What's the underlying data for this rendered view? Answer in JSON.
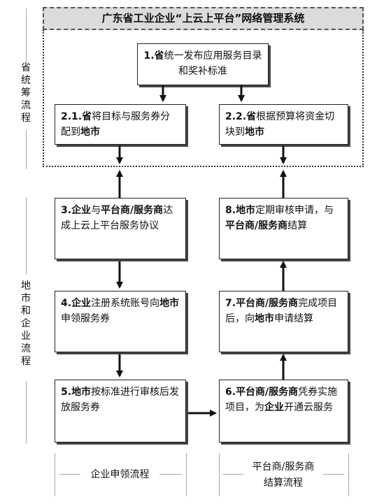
{
  "title": "广东省工业企业“上云上平台”网络管理系统",
  "side_labels": {
    "province": "省统筹流程",
    "city": "地市和企业流程"
  },
  "bottom_labels": {
    "enterprise": "企业申领流程",
    "platform_line1": "平台商/服务商",
    "platform_line2": "结算流程"
  },
  "boxes": {
    "b1": {
      "num": "1.",
      "s1": "省",
      "t1": "统一发布应用服务目录和奖补标准"
    },
    "b21": {
      "num": "2.1.",
      "s1": "省",
      "t1": "将目标与服务券分配到",
      "s2": "地市"
    },
    "b22": {
      "num": "2.2.",
      "s1": "省",
      "t1": "根据预算将资金切块到",
      "s2": "地市"
    },
    "b3": {
      "num": "3.",
      "s1": "企业",
      "t1": "与",
      "s2": "平台商/服务商",
      "t2": "达成上云上平台服务协议"
    },
    "b4": {
      "num": "4.",
      "s1": "企业",
      "t1": "注册系统账号向",
      "s2": "地市",
      "t2": "申领服务券"
    },
    "b5": {
      "num": "5.",
      "s1": "地市",
      "t1": "按标准进行审核后发放服务券"
    },
    "b6": {
      "num": "6.",
      "s1": "平台商/服务商",
      "t1": "凭券实施项目，为",
      "s2": "企业",
      "t2": "开通云服务"
    },
    "b7": {
      "num": "7.",
      "s1": "平台商/服务商",
      "t1": "完成项目后，向",
      "s2": "地市",
      "t2": "申请结算"
    },
    "b8": {
      "num": "8.",
      "s1": "地市",
      "t1": "定期审核申请，与",
      "s2": "平台商/服务商",
      "t2": "结算"
    }
  }
}
